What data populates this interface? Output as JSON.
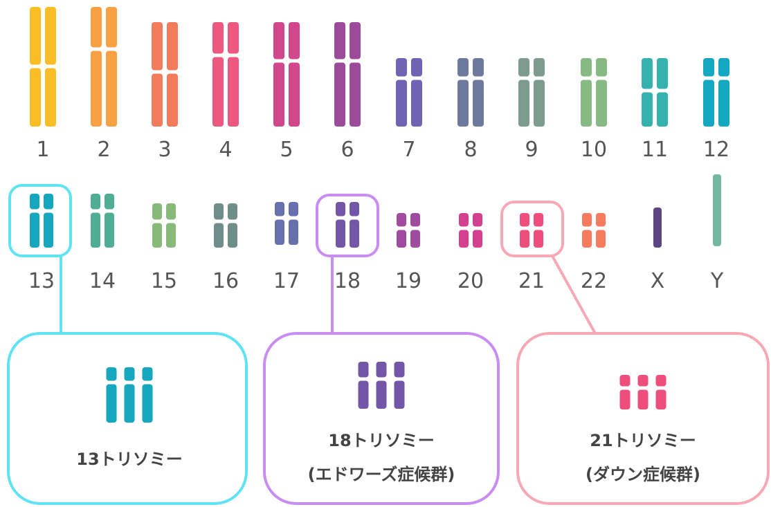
{
  "chromosomes": [
    {
      "label": "1",
      "color": "#F9BE25"
    },
    {
      "label": "2",
      "color": "#F7A044"
    },
    {
      "label": "3",
      "color": "#F27B5C"
    },
    {
      "label": "4",
      "color": "#EC5880"
    },
    {
      "label": "5",
      "color": "#D2468C"
    },
    {
      "label": "6",
      "color": "#9B4B9A"
    },
    {
      "label": "7",
      "color": "#7063B4"
    },
    {
      "label": "8",
      "color": "#6D7A9E"
    },
    {
      "label": "9",
      "color": "#7D9C8D"
    },
    {
      "label": "10",
      "color": "#86BA82"
    },
    {
      "label": "11",
      "color": "#35B2AE"
    },
    {
      "label": "12",
      "color": "#14A7C2"
    },
    {
      "label": "13",
      "color": "#16A6BE"
    },
    {
      "label": "14",
      "color": "#4EAD94"
    },
    {
      "label": "15",
      "color": "#87B97A"
    },
    {
      "label": "16",
      "color": "#6F8E8B"
    },
    {
      "label": "17",
      "color": "#6870AE"
    },
    {
      "label": "18",
      "color": "#7356A8"
    },
    {
      "label": "19",
      "color": "#A04BA0"
    },
    {
      "label": "20",
      "color": "#D5408E"
    },
    {
      "label": "21",
      "color": "#EE4E7C"
    },
    {
      "label": "22",
      "color": "#F57A5E"
    },
    {
      "label": "X",
      "color": "#5B4682"
    },
    {
      "label": "Y",
      "color": "#73B7A0"
    }
  ],
  "trisomies": [
    {
      "chromosome": "13",
      "title": "13トリソミー",
      "subtitle": "",
      "color": "#16A6BE",
      "frame_color": "#5FE3F2"
    },
    {
      "chromosome": "18",
      "title": "18トリソミー",
      "subtitle": "(エドワーズ症候群)",
      "color": "#7356A8",
      "frame_color": "#C98CF2"
    },
    {
      "chromosome": "21",
      "title": "21トリソミー",
      "subtitle": "(ダウン症候群)",
      "color": "#EE4E7C",
      "frame_color": "#F8A8B4"
    }
  ]
}
